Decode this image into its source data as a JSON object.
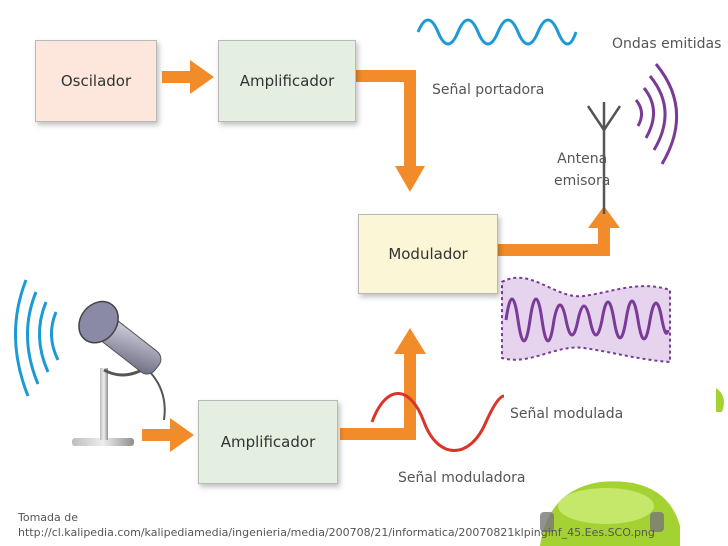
{
  "blocks": {
    "oscillator": "Oscilador",
    "amplifier_top": "Amplificador",
    "modulator": "Modulador",
    "amplifier_bottom": "Amplificador"
  },
  "signals": {
    "carrier": "Señal portadora",
    "modulating": "Señal moduladora",
    "modulated": "Señal modulada",
    "emitted_waves": "Ondas emitidas"
  },
  "antenna": {
    "line1": "Antena",
    "line2": "emisora"
  },
  "credit": {
    "line1": "Tomada de",
    "line2": "http://cl.kalipedia.com/kalipediamedia/ingenieria/media/200708/21/informatica/20070821klpinginf_45.Ees.SCO.png"
  },
  "colors": {
    "arrow": "#f28c2b",
    "carrier_wave": "#1b9ad6",
    "modulating_wave": "#d9362b",
    "modulated_wave": "#7a3b96",
    "modulated_fill": "#e6d3ee",
    "oscillator_fill": "#fde7dc",
    "amplifier_fill": "#e4efe2",
    "modulator_fill": "#fbf6d6"
  }
}
